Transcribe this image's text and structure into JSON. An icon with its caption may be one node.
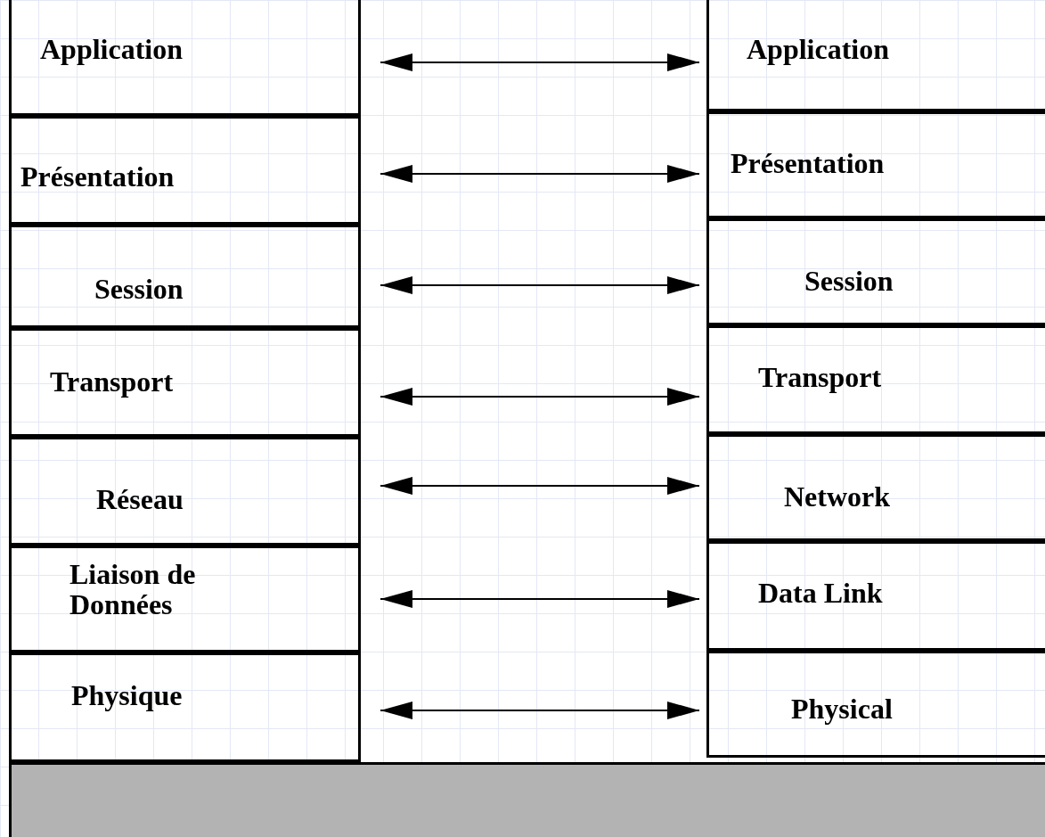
{
  "diagram": {
    "nodes": [
      {
        "text": [
          "Application"
        ]
      },
      {
        "text": [
          "Présentation"
        ]
      },
      {
        "text": [
          "Session"
        ]
      },
      {
        "text": [
          "Transport"
        ]
      },
      {
        "text": [
          "Réseau"
        ]
      },
      {
        "text": [
          "Liaison de Données"
        ]
      },
      {
        "text": [
          "Physique"
        ]
      },
      {
        "text": [
          "Application"
        ]
      },
      {
        "text": [
          "Présentation"
        ]
      },
      {
        "text": [
          "Session"
        ]
      },
      {
        "text": [
          "Transport"
        ]
      },
      {
        "text": [
          "Network"
        ]
      },
      {
        "text": [
          "Data Link"
        ]
      },
      {
        "text": [
          "Physical"
        ]
      },
      {
        "text": [],
        "shape": "box"
      }
    ],
    "edges": [
      {
        "from": 0,
        "to": 7,
        "arrow": "both"
      },
      {
        "from": 1,
        "to": 8,
        "arrow": "both"
      },
      {
        "from": 2,
        "to": 9,
        "arrow": "both"
      },
      {
        "from": 3,
        "to": 10,
        "arrow": "both"
      },
      {
        "from": 4,
        "to": 11,
        "arrow": "both"
      },
      {
        "from": 5,
        "to": 12,
        "arrow": "both"
      },
      {
        "from": 6,
        "to": 13,
        "arrow": "both"
      }
    ]
  }
}
